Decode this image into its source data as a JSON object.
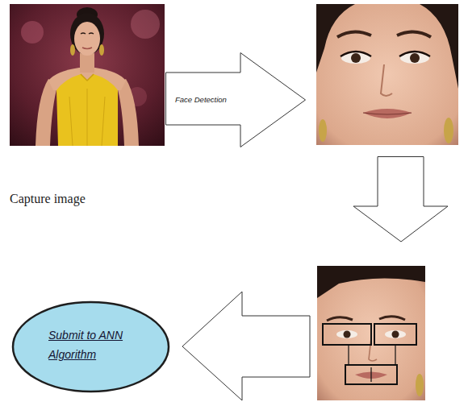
{
  "diagram": {
    "nodes": [
      {
        "text": [
          "Face Detection"
        ]
      },
      {
        "text": [
          "Submit to ANN Algorithm"
        ]
      }
    ],
    "labels": [
      "Capture image"
    ]
  }
}
